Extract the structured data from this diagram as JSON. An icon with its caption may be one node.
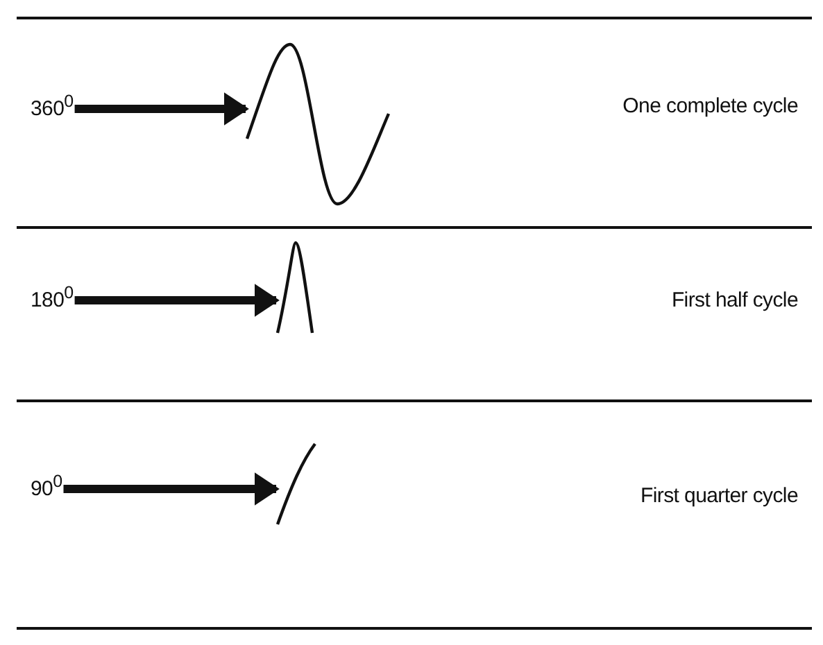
{
  "diagram": {
    "nodes": [
      {
        "text": [
          "360$^{0}$"
        ]
      },
      {
        "text": [],
        "shape": "picture"
      },
      {
        "text": [
          "180$^{0}$"
        ]
      },
      {
        "text": [],
        "shape": "picture"
      },
      {
        "text": [
          "90$^{0}$"
        ]
      },
      {
        "text": [],
        "shape": "picture"
      }
    ],
    "edges": [
      {
        "from": 0,
        "to": 1,
        "arrow": "to"
      },
      {
        "from": 2,
        "to": 3,
        "arrow": "to"
      },
      {
        "from": 4,
        "to": 5,
        "arrow": "to"
      }
    ],
    "labels": [
      "One complete cycle",
      "First half cycle",
      "First quarter cycle"
    ]
  }
}
